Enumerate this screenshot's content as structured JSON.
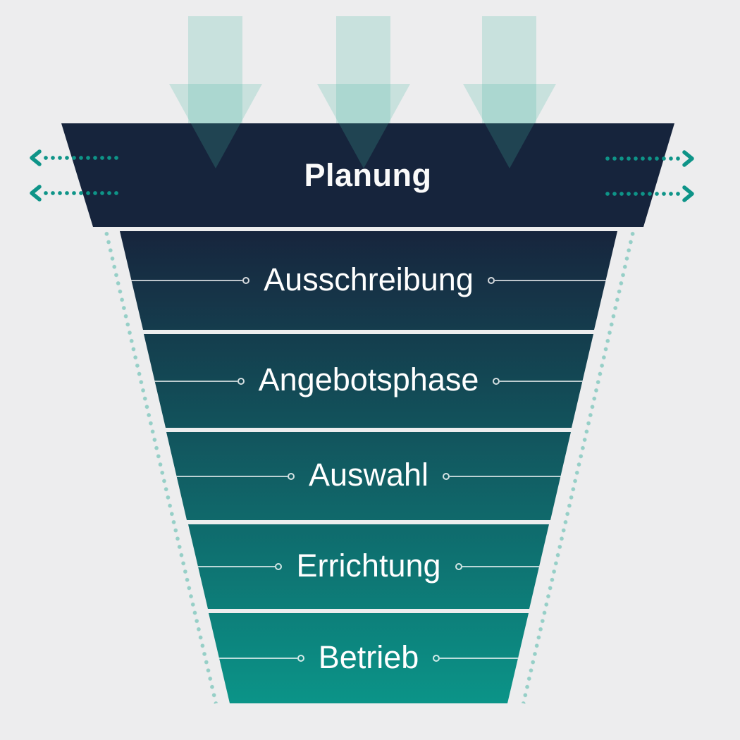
{
  "diagram": {
    "top_stage_label": "Planung",
    "stages": [
      {
        "label": "Ausschreibung"
      },
      {
        "label": "Angebotsphase"
      },
      {
        "label": "Auswahl"
      },
      {
        "label": "Errichtung"
      },
      {
        "label": "Betrieb"
      }
    ]
  },
  "colors": {
    "background": "#EDEDEE",
    "header_navy": "#16243C",
    "funnel_gradient_top": "#17253D",
    "funnel_gradient_bottom": "#0B9488",
    "accent_teal": "#0E9488",
    "side_dots_teal": "#96CFC7",
    "big_arrow_fill": "rgba(70,180,165,0.22)",
    "label_text": "#FFFFFF"
  }
}
